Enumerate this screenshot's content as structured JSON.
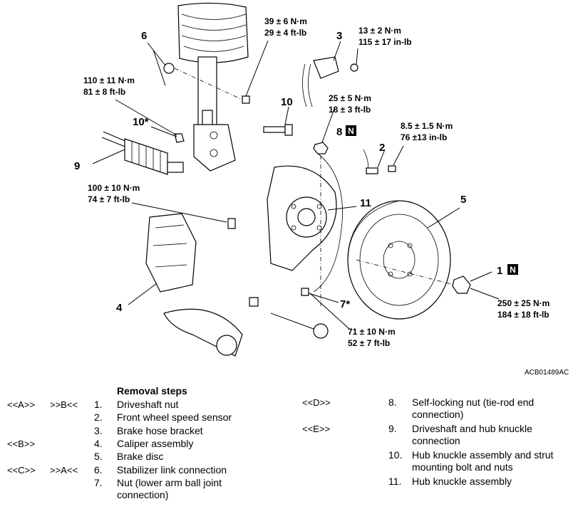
{
  "diagram": {
    "code": "ACB01489AC",
    "callouts": {
      "c1": "1",
      "c2": "2",
      "c3": "3",
      "c4": "4",
      "c5": "5",
      "c6": "6",
      "c7": "7*",
      "c8": "8",
      "c9": "9",
      "c10": "10",
      "c10s": "10*",
      "c11": "11"
    },
    "badge_letter": "N",
    "torques": {
      "t1a": "39 ± 6 N·m",
      "t1b": "29 ± 4 ft-lb",
      "t2a": "13 ± 2 N·m",
      "t2b": "115 ± 17 in-lb",
      "t3a": "110 ± 11 N·m",
      "t3b": "81 ± 8 ft-lb",
      "t4a": "25 ± 5 N·m",
      "t4b": "18 ± 3 ft-lb",
      "t5a": "8.5 ± 1.5 N·m",
      "t5b": "76 ±13 in-lb",
      "t6a": "100 ± 10 N·m",
      "t6b": "74 ± 7 ft-lb",
      "t7a": "250 ± 25 N·m",
      "t7b": "184 ± 18 ft-lb",
      "t8a": "71 ± 10 N·m",
      "t8b": "52 ± 7 ft-lb"
    }
  },
  "removal": {
    "title": "Removal steps",
    "left": [
      {
        "ref1": "<<A>>",
        "ref2": ">>B<<",
        "num": "1.",
        "text": "Driveshaft nut"
      },
      {
        "ref1": "",
        "ref2": "",
        "num": "2.",
        "text": "Front wheel speed sensor"
      },
      {
        "ref1": "",
        "ref2": "",
        "num": "3.",
        "text": "Brake hose bracket"
      },
      {
        "ref1": "<<B>>",
        "ref2": "",
        "num": "4.",
        "text": "Caliper assembly"
      },
      {
        "ref1": "",
        "ref2": "",
        "num": "5.",
        "text": "Brake disc"
      },
      {
        "ref1": "<<C>>",
        "ref2": ">>A<<",
        "num": "6.",
        "text": "Stabilizer link connection"
      },
      {
        "ref1": "",
        "ref2": "",
        "num": "7.",
        "text": "Nut (lower arm ball joint connection)"
      }
    ],
    "right": [
      {
        "ref1": "<<D>>",
        "num": "8.",
        "text": "Self-locking nut (tie-rod end connection)"
      },
      {
        "ref1": "<<E>>",
        "num": "9.",
        "text": "Driveshaft and hub knuckle connection"
      },
      {
        "ref1": "",
        "num": "10.",
        "text": "Hub knuckle assembly and strut mounting bolt and nuts"
      },
      {
        "ref1": "",
        "num": "11.",
        "text": "Hub knuckle assembly"
      }
    ]
  }
}
